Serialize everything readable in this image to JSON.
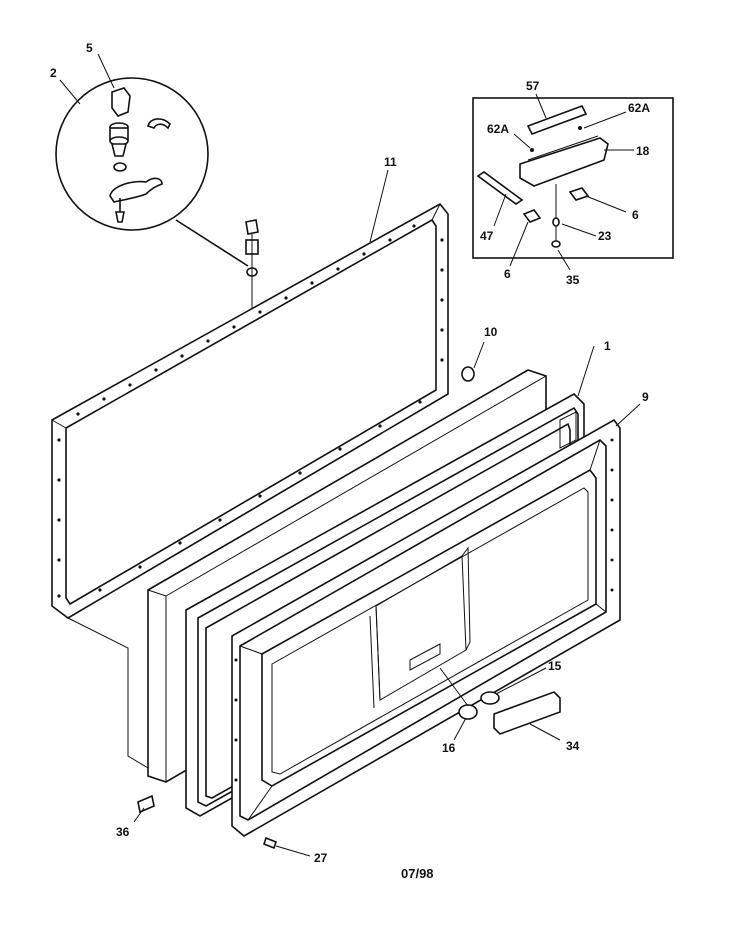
{
  "parts": {
    "p5": "5",
    "p2": "2",
    "p11": "11",
    "p10": "10",
    "p1": "1",
    "p9": "9",
    "p57": "57",
    "p62a_left": "62A",
    "p62a_right": "62A",
    "p18": "18",
    "p6_right": "6",
    "p6_left": "6",
    "p47": "47",
    "p23": "23",
    "p35": "35",
    "p15": "15",
    "p16": "16",
    "p34": "34",
    "p36": "36",
    "p27": "27"
  },
  "footer": {
    "date_code": "07/98"
  }
}
